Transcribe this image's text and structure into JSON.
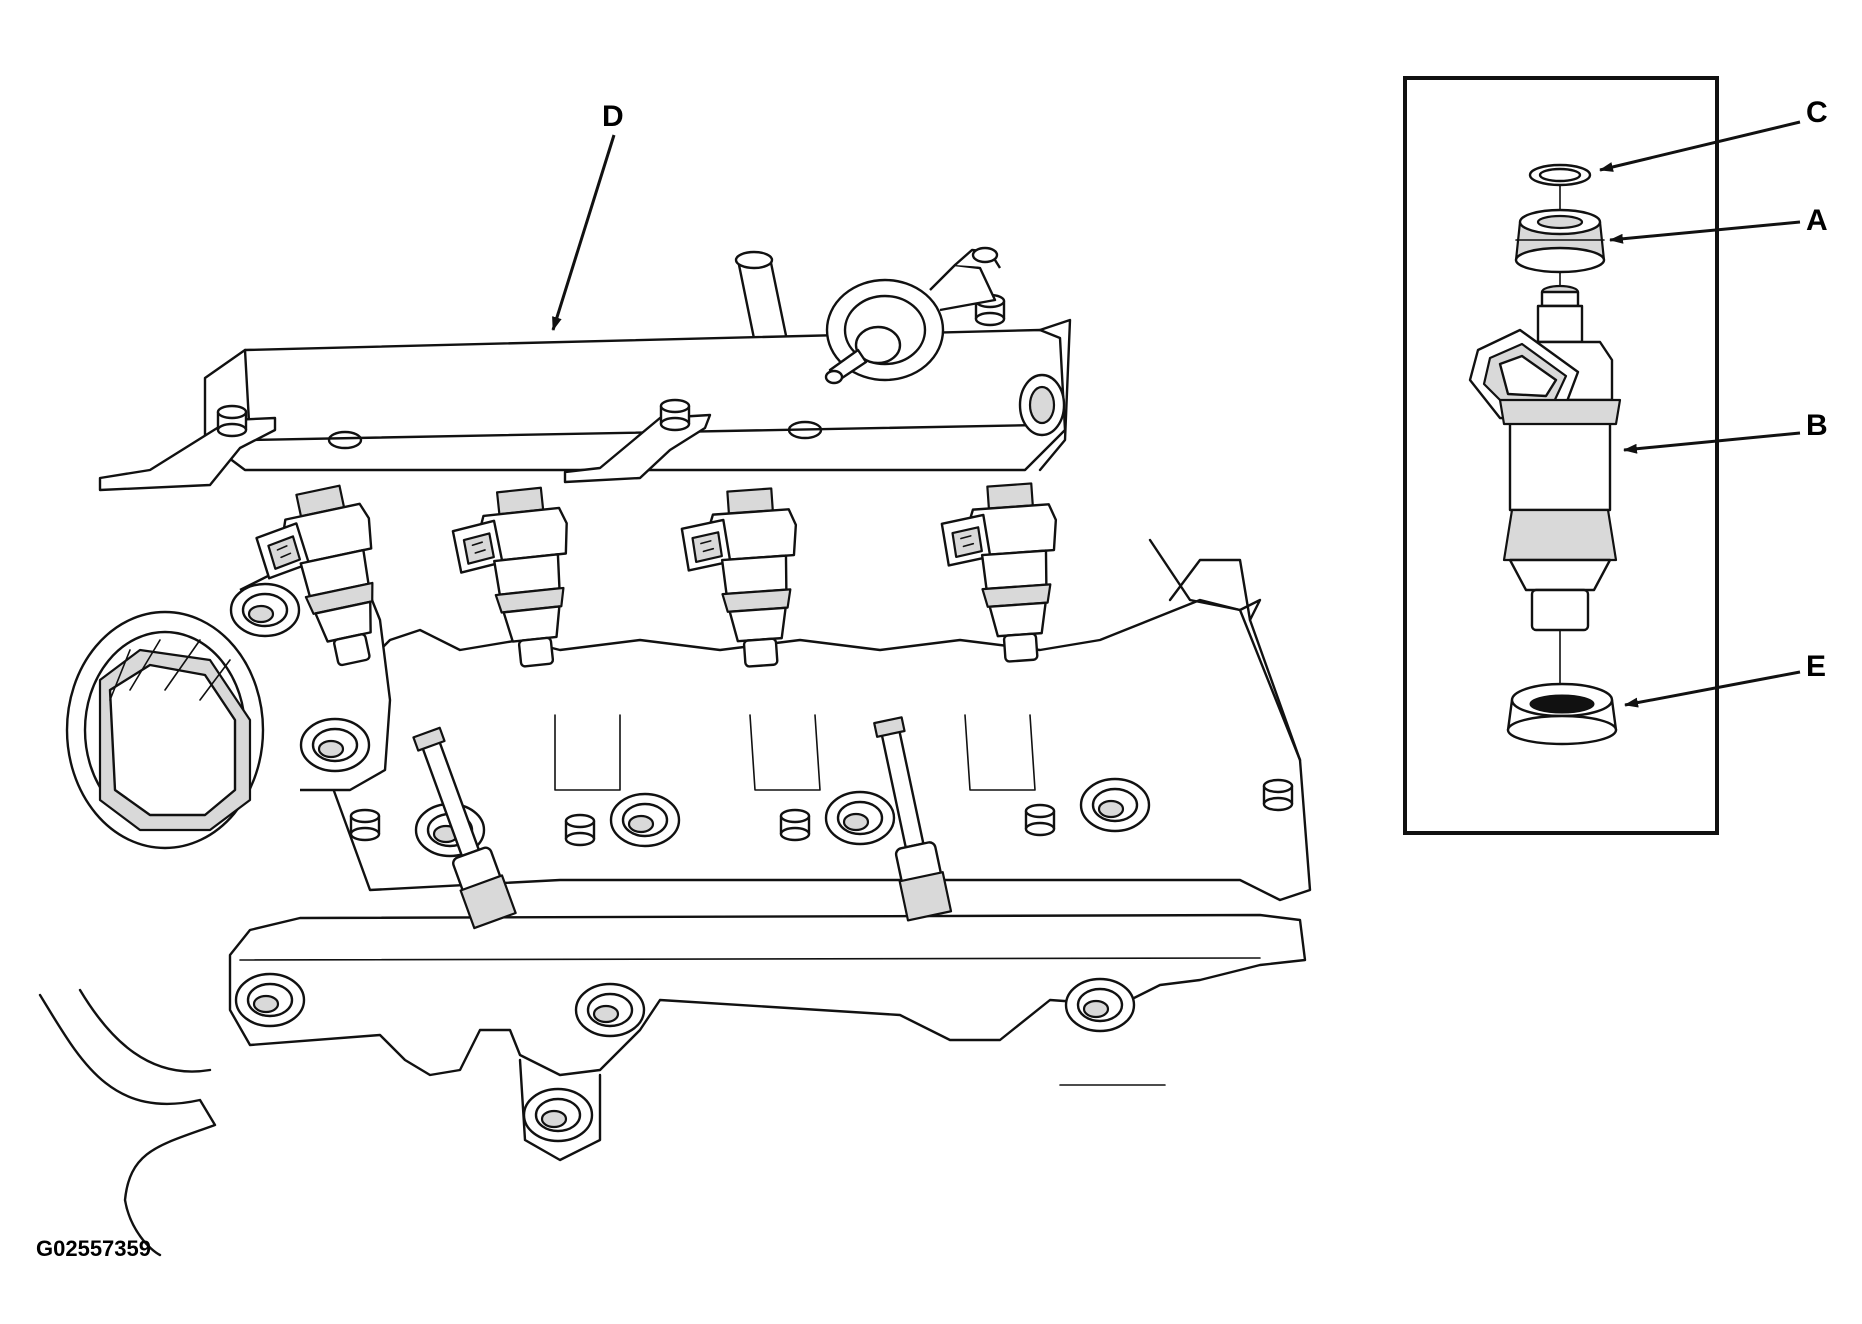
{
  "callouts": {
    "A": "A",
    "B": "B",
    "C": "C",
    "D": "D",
    "E": "E"
  },
  "figure_id": "G02557359",
  "colors": {
    "ink": "#111111",
    "paper": "#ffffff",
    "shade": "#d9d9d9"
  }
}
